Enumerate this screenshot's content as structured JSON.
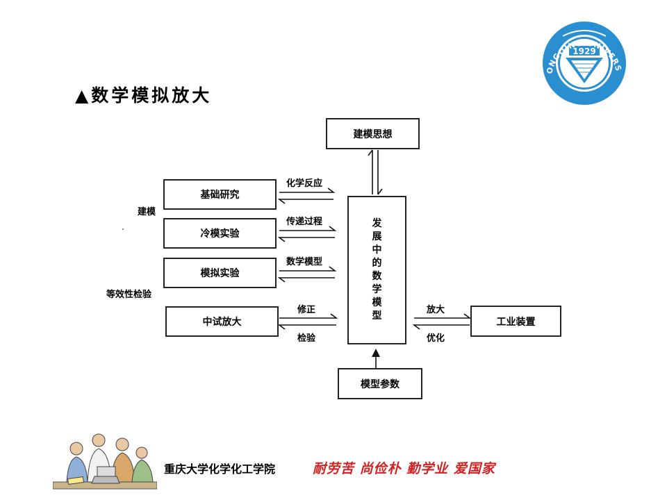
{
  "slide": {
    "title": "▲数学模拟放大"
  },
  "diagram": {
    "top_box": "建模思想",
    "center_box_chars": [
      "发",
      "展",
      "中",
      "的",
      "数",
      "学",
      "模",
      "型"
    ],
    "bottom_box": "模型参数",
    "right_box": "工业装置",
    "left_boxes": [
      "基础研究",
      "冷模实验",
      "模拟实验",
      "中试放大"
    ],
    "side_labels": [
      "建模",
      "等效性检验"
    ],
    "arrow_labels": {
      "reaction": "化学反应",
      "transfer": "传递过程",
      "math_model": "数学模型",
      "correct": "修正",
      "verify": "检验",
      "scale_up": "放大",
      "optimize": "优化"
    }
  },
  "footer": {
    "school": "重庆大学化学化工学院",
    "motto": "耐劳苦 尚俭朴 勤学业 爱国家"
  },
  "logo": {
    "year": "1929",
    "text_en": "CHONGQING UNIVERSITY",
    "color": "#2a8fd0"
  }
}
